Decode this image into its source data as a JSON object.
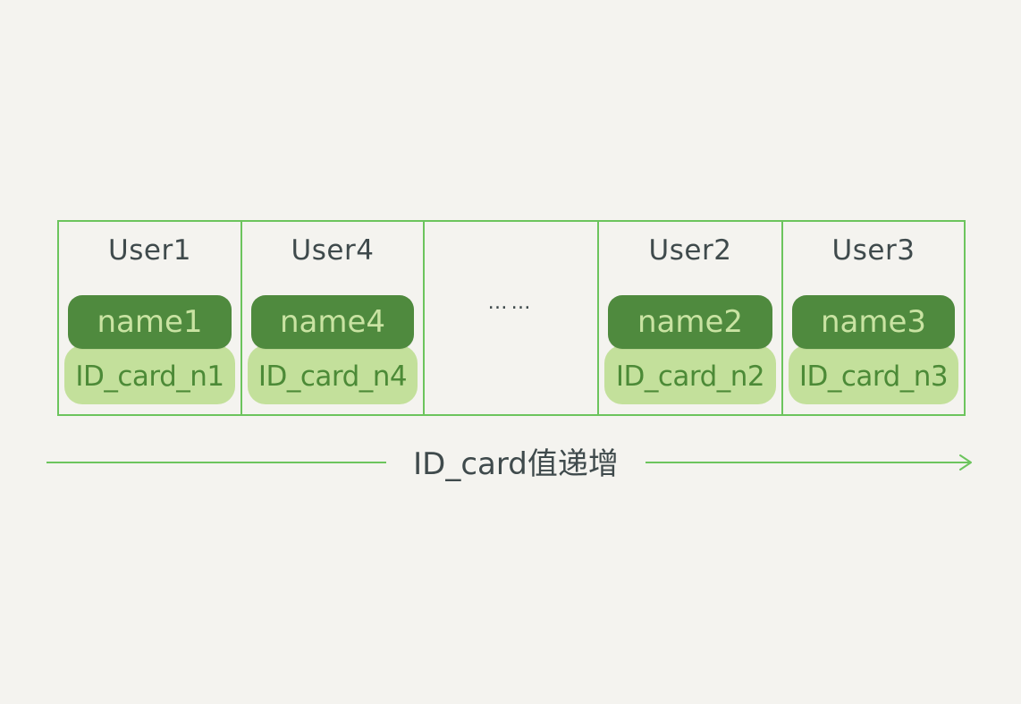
{
  "records": [
    {
      "user": "User1",
      "name": "name1",
      "id_card": "ID_card_n1"
    },
    {
      "user": "User4",
      "name": "name4",
      "id_card": "ID_card_n4"
    },
    {
      "ellipsis": "……"
    },
    {
      "user": "User2",
      "name": "name2",
      "id_card": "ID_card_n2"
    },
    {
      "user": "User3",
      "name": "name3",
      "id_card": "ID_card_n3"
    }
  ],
  "axis": {
    "label": "ID_card值递增"
  },
  "colors": {
    "background": "#f4f3ef",
    "border": "#6cc45d",
    "name_fill": "#4f8a3e",
    "name_text": "#c9e3a2",
    "id_fill": "#c3e09b",
    "id_text": "#4c8a37",
    "label_text": "#3f4a4c"
  }
}
